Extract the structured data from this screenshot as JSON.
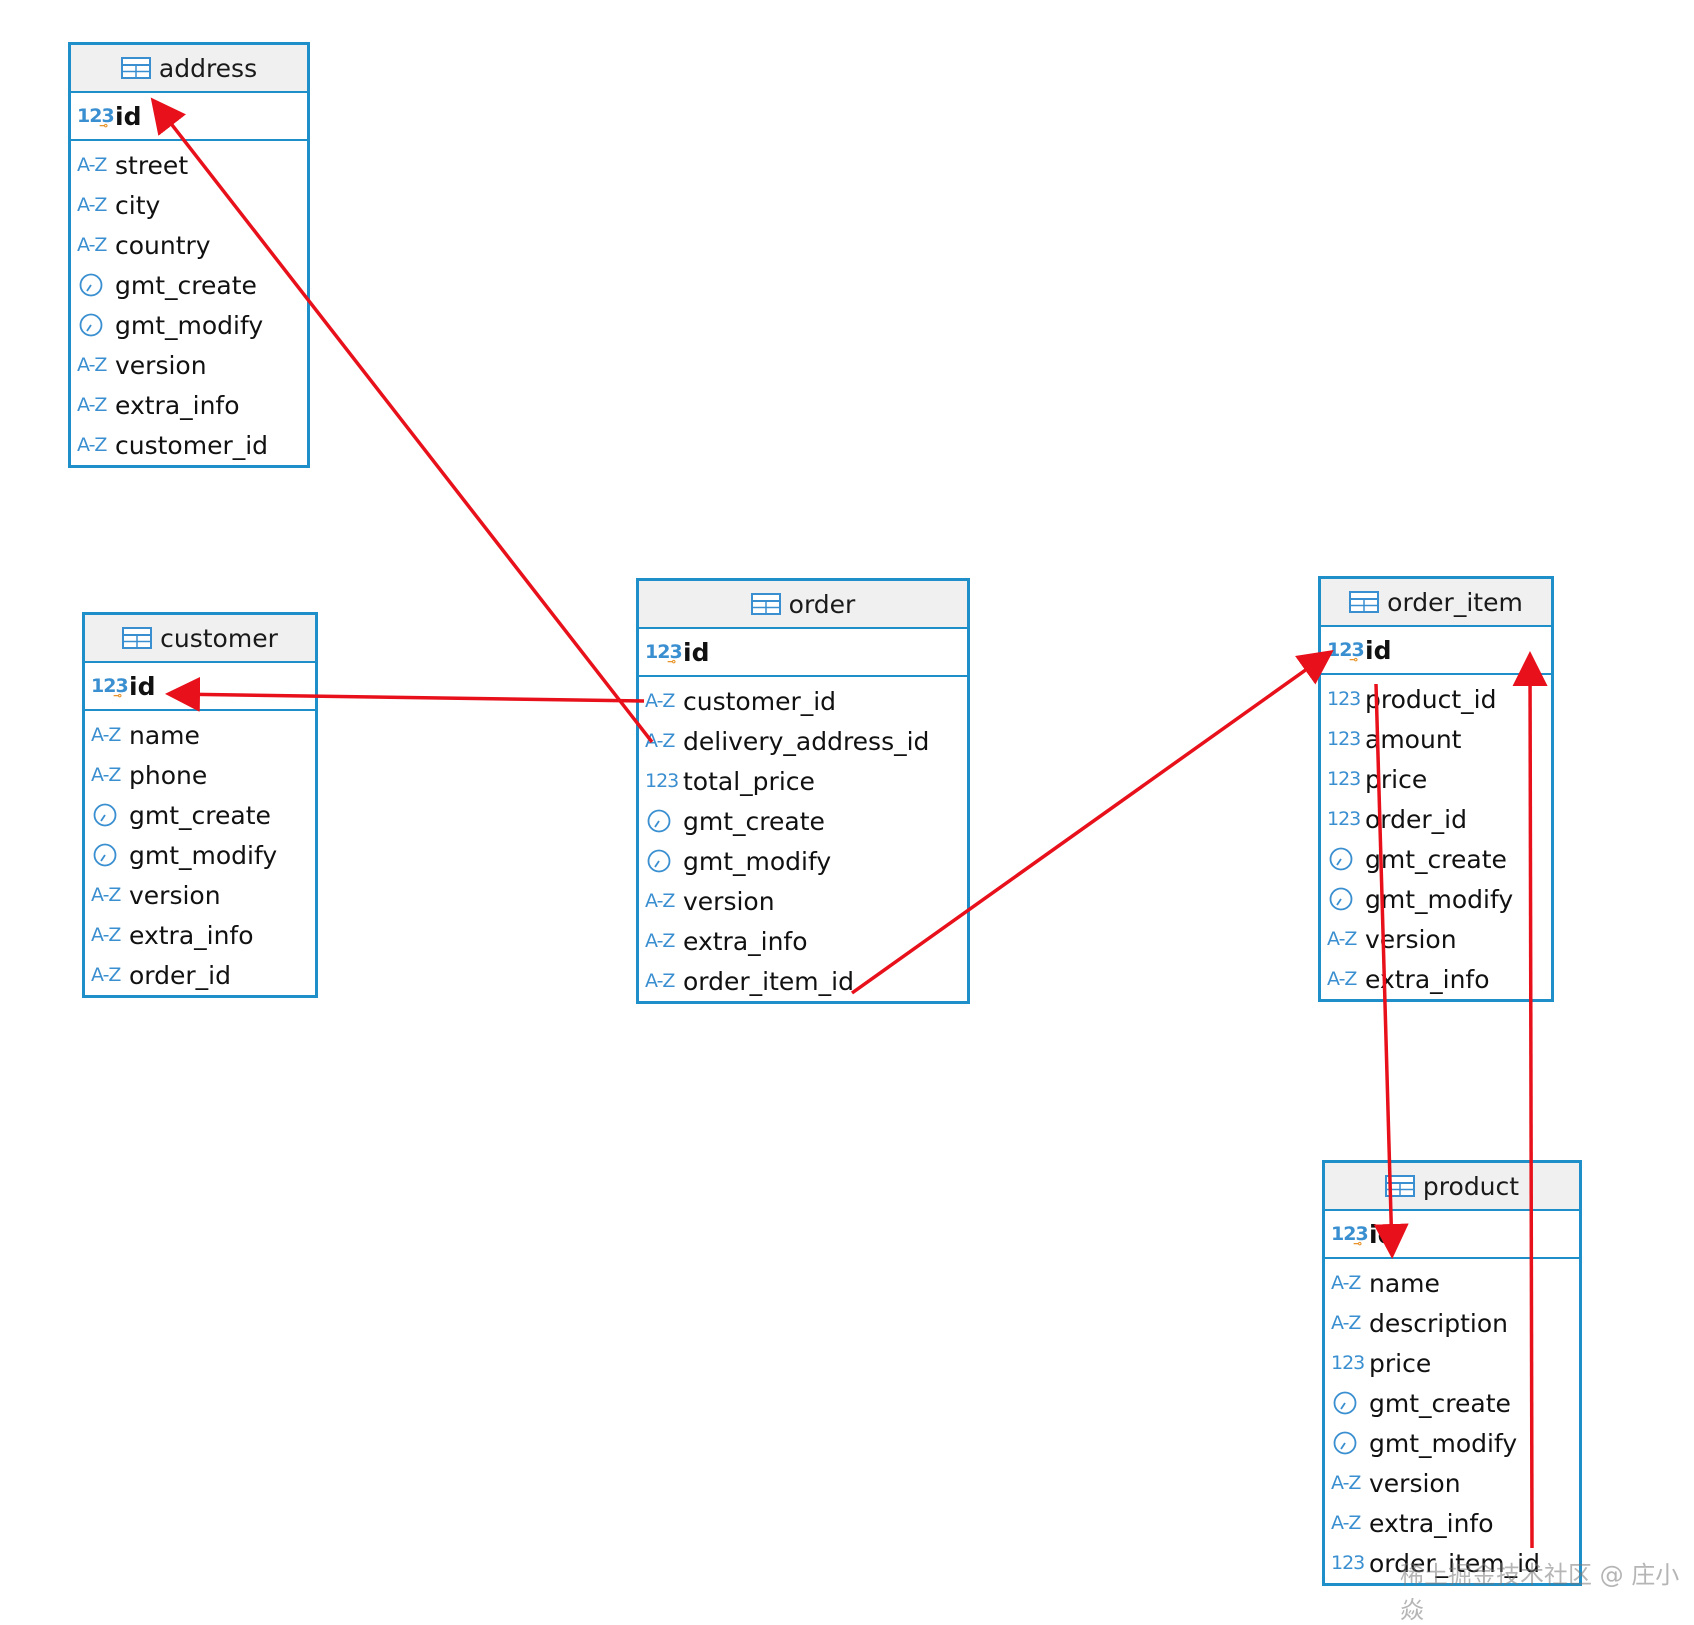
{
  "type_labels": {
    "number": "123",
    "string": "A-Z"
  },
  "tables": {
    "address": {
      "name": "address",
      "pk": "id",
      "columns": [
        {
          "name": "street",
          "type": "string"
        },
        {
          "name": "city",
          "type": "string"
        },
        {
          "name": "country",
          "type": "string"
        },
        {
          "name": "gmt_create",
          "type": "datetime"
        },
        {
          "name": "gmt_modify",
          "type": "datetime"
        },
        {
          "name": "version",
          "type": "string"
        },
        {
          "name": "extra_info",
          "type": "string"
        },
        {
          "name": "customer_id",
          "type": "string"
        }
      ]
    },
    "customer": {
      "name": "customer",
      "pk": "id",
      "columns": [
        {
          "name": "name",
          "type": "string"
        },
        {
          "name": "phone",
          "type": "string"
        },
        {
          "name": "gmt_create",
          "type": "datetime"
        },
        {
          "name": "gmt_modify",
          "type": "datetime"
        },
        {
          "name": "version",
          "type": "string"
        },
        {
          "name": "extra_info",
          "type": "string"
        },
        {
          "name": "order_id",
          "type": "string"
        }
      ]
    },
    "order": {
      "name": "order",
      "pk": "id",
      "columns": [
        {
          "name": "customer_id",
          "type": "string"
        },
        {
          "name": "delivery_address_id",
          "type": "string"
        },
        {
          "name": "total_price",
          "type": "number"
        },
        {
          "name": "gmt_create",
          "type": "datetime"
        },
        {
          "name": "gmt_modify",
          "type": "datetime"
        },
        {
          "name": "version",
          "type": "string"
        },
        {
          "name": "extra_info",
          "type": "string"
        },
        {
          "name": "order_item_id",
          "type": "string"
        }
      ]
    },
    "order_item": {
      "name": "order_item",
      "pk": "id",
      "columns": [
        {
          "name": "product_id",
          "type": "number"
        },
        {
          "name": "amount",
          "type": "number"
        },
        {
          "name": "price",
          "type": "number"
        },
        {
          "name": "order_id",
          "type": "number"
        },
        {
          "name": "gmt_create",
          "type": "datetime"
        },
        {
          "name": "gmt_modify",
          "type": "datetime"
        },
        {
          "name": "version",
          "type": "string"
        },
        {
          "name": "extra_info",
          "type": "string"
        }
      ]
    },
    "product": {
      "name": "product",
      "pk": "id",
      "columns": [
        {
          "name": "name",
          "type": "string"
        },
        {
          "name": "description",
          "type": "string"
        },
        {
          "name": "price",
          "type": "number"
        },
        {
          "name": "gmt_create",
          "type": "datetime"
        },
        {
          "name": "gmt_modify",
          "type": "datetime"
        },
        {
          "name": "version",
          "type": "string"
        },
        {
          "name": "extra_info",
          "type": "string"
        },
        {
          "name": "order_item_id",
          "type": "number"
        }
      ]
    }
  },
  "relations": [
    {
      "from_table": "order",
      "from_column": "delivery_address_id",
      "to_table": "address",
      "to_column": "id"
    },
    {
      "from_table": "order",
      "from_column": "customer_id",
      "to_table": "customer",
      "to_column": "id"
    },
    {
      "from_table": "order",
      "from_column": "order_item_id",
      "to_table": "order_item",
      "to_column": "id"
    },
    {
      "from_table": "order_item",
      "from_column": "product_id",
      "to_table": "product",
      "to_column": "id"
    },
    {
      "from_table": "product",
      "from_column": "order_item_id",
      "to_table": "order_item",
      "to_column": "id"
    }
  ],
  "colors": {
    "table_border": "#1e8fc8",
    "header_bg": "#f0f0f0",
    "relation_arrow": "#e8101a",
    "type_icon": "#3a8fd0",
    "key_icon": "#e8942a"
  },
  "icons": {
    "table": "table-grid-icon",
    "number": "number-type-icon",
    "string": "string-type-icon",
    "datetime": "clock-icon",
    "key": "key-icon"
  },
  "watermark": "稀土掘金技术社区 @ 庄小焱"
}
